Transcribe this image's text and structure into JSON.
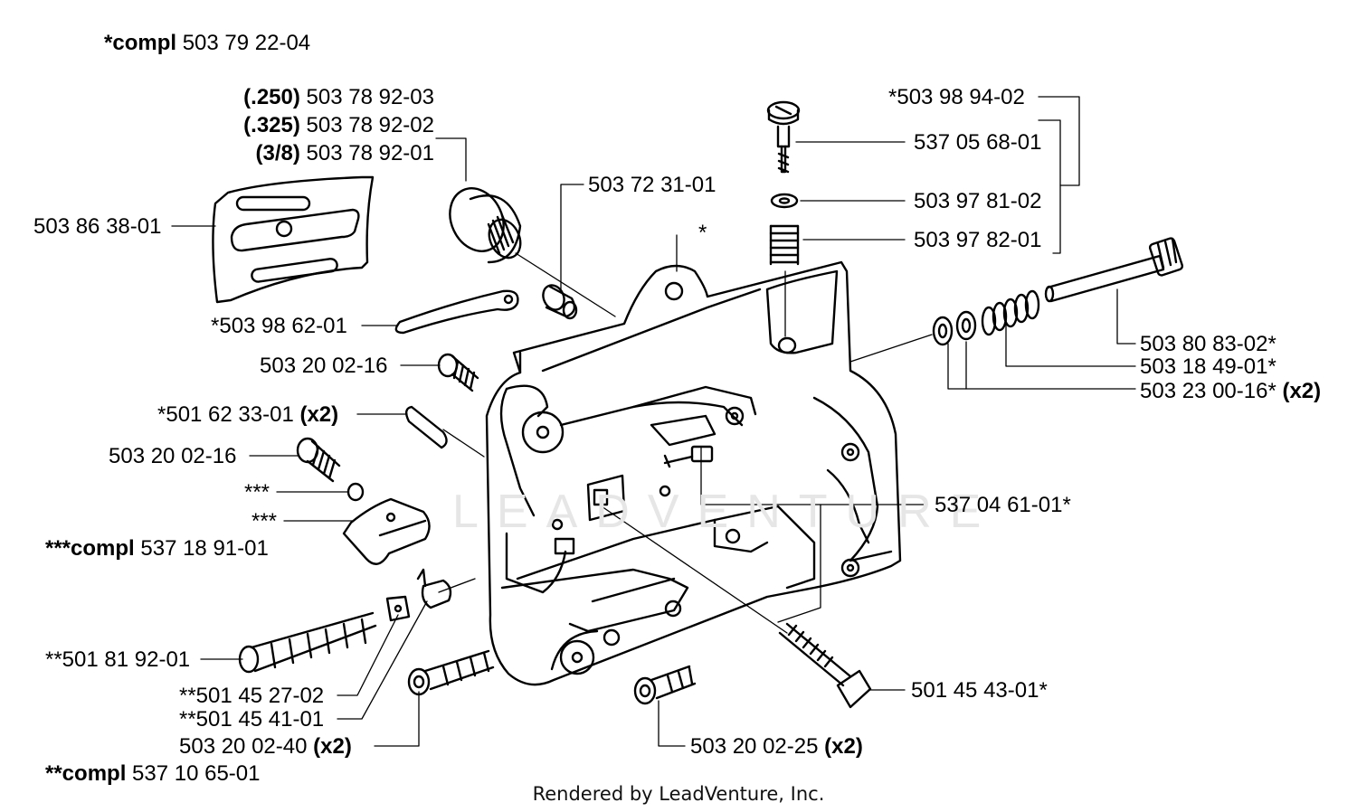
{
  "header": {
    "compl_prefix": "*compl",
    "compl_number": "503 79 22-04"
  },
  "labels": {
    "bar_250_tag": "(.250)",
    "bar_250_number": "503 78 92-03",
    "bar_325_tag": "(.325)",
    "bar_325_number": "503 78 92-02",
    "bar_38_tag": "(3/8)",
    "bar_38_number": "503 78 92-01",
    "plate": "503 86 38-01",
    "guide_pin": "503 72 31-01",
    "asterisk": "*",
    "chain_strip": "*503 98 62-01",
    "screw_top": "503 20 02-16",
    "sleeve": "*501 62 33-01",
    "sleeve_qty": "(x2)",
    "screw_mid": "503 20 02-16",
    "triple_a": "***",
    "triple_b": "***",
    "catcher_prefix": "***compl",
    "catcher_number": "537 18 91-01",
    "tension_screw": "**501 81 92-01",
    "tension_nut": "**501 45 27-02",
    "tension_block": "**501 45 41-01",
    "screw_40": "503 20 02-40",
    "screw_40_qty": "(x2)",
    "tension_prefix": "**compl",
    "tension_number": "537 10 65-01",
    "pump_set": "*503 98 94-02",
    "pump_screw": "537 05 68-01",
    "pump_washer": "503 97 81-02",
    "pump_spring": "503 97 82-01",
    "drive_shaft": "503 80 83-02*",
    "shaft_spring": "503 18 49-01*",
    "shaft_washer": "503 23 00-16*",
    "shaft_washer_qty": "(x2)",
    "nipple": "537 04 61-01*",
    "bolt": "501 45 43-01*",
    "screw_25": "503 20 02-25",
    "screw_25_qty": "(x2)"
  },
  "watermark": "LEADVENTURE",
  "footer": "Rendered by LeadVenture, Inc."
}
